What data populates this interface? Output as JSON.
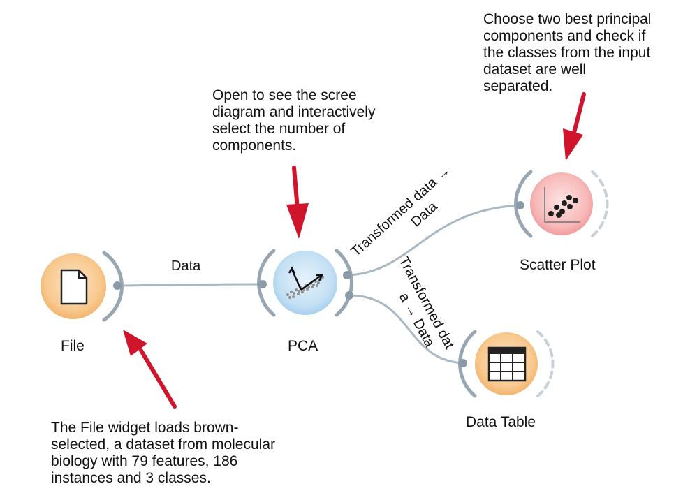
{
  "nodes": {
    "file": {
      "label": "File"
    },
    "pca": {
      "label": "PCA"
    },
    "scatter": {
      "label": "Scatter Plot"
    },
    "table": {
      "label": "Data Table"
    }
  },
  "links": {
    "file_pca": {
      "label": "Data"
    },
    "pca_scatter": {
      "line1": "Transformed data →",
      "line2": "Data"
    },
    "pca_table": {
      "line1": "Transformed dat",
      "line2": "a → Data"
    }
  },
  "notes": {
    "pca": [
      "Open to see the scree",
      "diagram and interactively",
      "select the number of",
      "components."
    ],
    "scatter": [
      "Choose two best principal",
      "components and check if",
      "the classes from the input",
      "dataset are well",
      "separated."
    ],
    "file": [
      "The File widget loads brown-",
      "selected, a dataset from molecular",
      "biology with 79 features, 186",
      "instances and 3 classes."
    ]
  },
  "colors": {
    "link": "#a9b8c3",
    "anchor": "#8a9aa6",
    "arrow": "#d0142c",
    "file_orange": "#f7c58a",
    "pca_blue": "#bfdcf2",
    "scatter_red": "#f6b3b3",
    "table_orange": "#f7c58a"
  },
  "icons": {
    "file": "document-icon",
    "pca": "pca-vectors-icon",
    "scatter": "scatter-plot-icon",
    "table": "table-grid-icon"
  }
}
